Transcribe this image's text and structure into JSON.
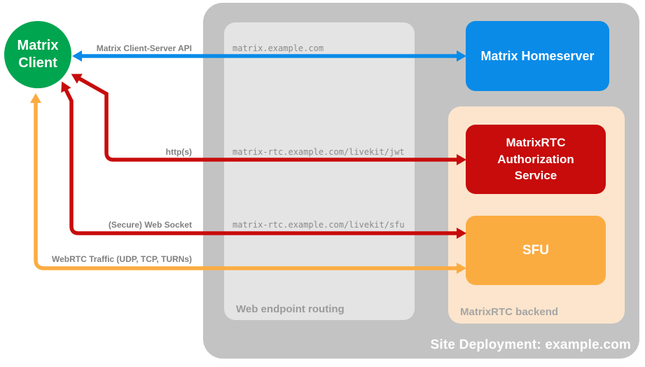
{
  "containers": {
    "site_deployment": {
      "label": "Site Deployment: example.com",
      "color": "#C3C3C3"
    },
    "web_endpoint_routing": {
      "label": "Web endpoint routing",
      "color": "#E4E4E4"
    },
    "matrixrtc_backend": {
      "label": "MatrixRTC backend",
      "color": "#FCE5CC"
    }
  },
  "nodes": {
    "matrix_client": {
      "label_line1": "Matrix",
      "label_line2": "Client",
      "color": "#00A550"
    },
    "matrix_homeserver": {
      "label": "Matrix Homeserver",
      "color": "#0A8BE8"
    },
    "auth_service": {
      "label": "MatrixRTC Authorization Service",
      "color": "#C80B0B"
    },
    "sfu": {
      "label": "SFU",
      "color": "#FBAC41"
    }
  },
  "endpoints": [
    "matrix.example.com",
    "matrix-rtc.example.com/livekit/jwt",
    "matrix-rtc.example.com/livekit/sfu"
  ],
  "arrows": [
    {
      "label": "Matrix Client-Server API",
      "color": "#0A8BE8",
      "from": "matrix_client",
      "to": "matrix_homeserver",
      "bidirectional": true
    },
    {
      "label": "http(s)",
      "color": "#C80B0B",
      "from": "auth_service",
      "to": "matrix_client"
    },
    {
      "label": "(Secure) Web Socket",
      "color": "#C80B0B",
      "from": "sfu",
      "to": "matrix_client"
    },
    {
      "label": "WebRTC Traffic (UDP, TCP, TURNs)",
      "color": "#FBAC41",
      "from": "sfu",
      "to": "matrix_client"
    }
  ]
}
